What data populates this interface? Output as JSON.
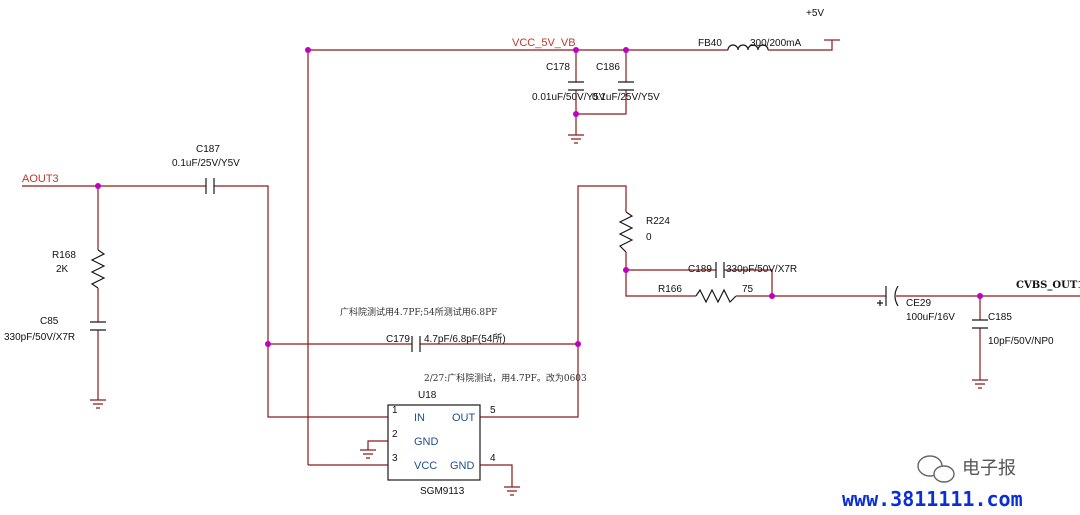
{
  "nets": {
    "vcc_5v_vb": "VCC_5V_VB",
    "plus_5v": "+5V",
    "aout3": "AOUT3",
    "cvbs_out1": "CVBS_OUT1"
  },
  "components": {
    "fb40": {
      "ref": "FB40",
      "value": "300/200mA"
    },
    "c178": {
      "ref": "C178",
      "value": "0.01uF/50V/Y5V"
    },
    "c186": {
      "ref": "C186",
      "value": "0.1uF/25V/Y5V"
    },
    "c187": {
      "ref": "C187",
      "value": "0.1uF/25V/Y5V"
    },
    "r168": {
      "ref": "R168",
      "value": "2K"
    },
    "c85": {
      "ref": "C85",
      "value": "330pF/50V/X7R"
    },
    "r224": {
      "ref": "R224",
      "value": "0"
    },
    "c189": {
      "ref": "C189",
      "value": "330pF/50V/X7R"
    },
    "r166": {
      "ref": "R166",
      "value": "75"
    },
    "ce29": {
      "ref": "CE29",
      "value": "100uF/16V"
    },
    "c185": {
      "ref": "C185",
      "value": "10pF/50V/NP0"
    },
    "c179": {
      "ref": "C179",
      "value": "4.7pF/6.8pF(54所)"
    }
  },
  "ic": {
    "ref": "U18",
    "part": "SGM9113",
    "pins": {
      "in": {
        "num": "1",
        "name": "IN"
      },
      "gnd": {
        "num": "2",
        "name": "GND"
      },
      "vcc": {
        "num": "3",
        "name": "VCC"
      },
      "gnd2": {
        "num": "4",
        "name": "GND"
      },
      "out": {
        "num": "5",
        "name": "OUT"
      }
    }
  },
  "notes": {
    "note1": "广科院测试用4.7PF;54所测试用6.8PF",
    "note2": "2/27:广科院测试，用4.7PF。改为0603"
  },
  "watermark": {
    "brand": "电子报",
    "url": "www.3811111.com"
  }
}
